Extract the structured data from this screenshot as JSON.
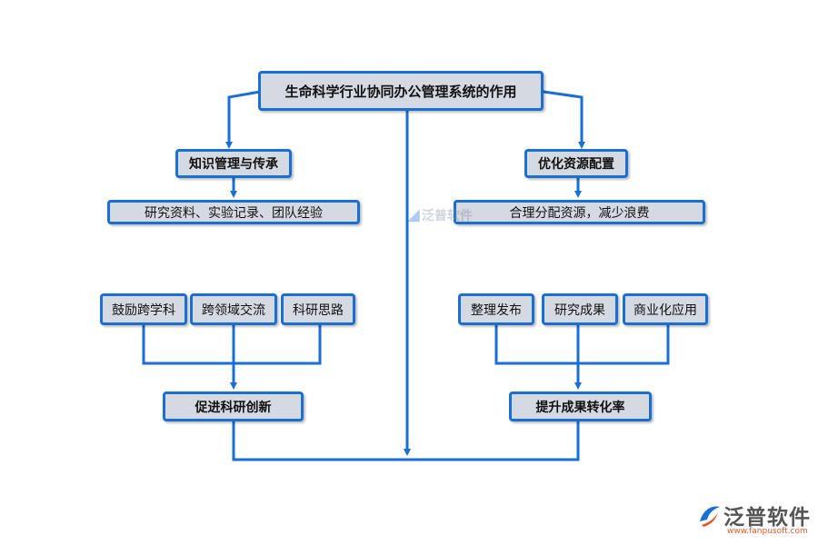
{
  "diagram": {
    "root": "生命科学行业协同办公管理系统的作用",
    "left": {
      "heading": "知识管理与传承",
      "detail": "研究资料、实验记录、团队经验",
      "items": [
        "鼓励跨学科",
        "跨领域交流",
        "科研思路"
      ],
      "result": "促进科研创新"
    },
    "right": {
      "heading": "优化资源配置",
      "detail": "合理分配资源，减少浪费",
      "items": [
        "整理发布",
        "研究成果",
        "商业化应用"
      ],
      "result": "提升成果转化率"
    }
  },
  "watermark": {
    "center_text": "泛普软件",
    "logo_text": "泛普软件",
    "logo_url": "www.fanpusoft.com"
  },
  "colors": {
    "line": "#1a6fd4",
    "box_fill": "#d4d9e2",
    "logo_orange": "#e05a2a"
  }
}
